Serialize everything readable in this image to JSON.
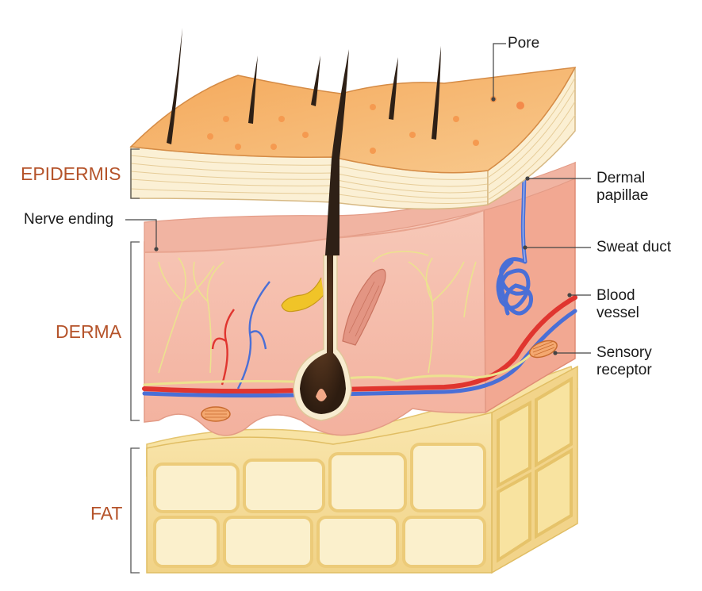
{
  "layers": {
    "epidermis": "EPIDERMIS",
    "derma": "DERMA",
    "fat": "FAT"
  },
  "callouts": {
    "pore": "Pore",
    "nerve_ending": "Nerve ending",
    "dermal_papillae": "Dermal\npapillae",
    "sweat_duct": "Sweat duct",
    "blood_vessel": "Blood\nvessel",
    "sensory_receptor": "Sensory\nreceptor"
  },
  "colors": {
    "layer_label": "#b5532a",
    "epidermis_top": "#f3b06a",
    "epidermis_side": "#fbeed2",
    "derma_front": "#f6c2b2",
    "derma_side": "#f0a48e",
    "fat_front": "#f7df9e",
    "artery": "#e0352f",
    "vein": "#4a6fd6",
    "nerve": "#e8e08a",
    "hair": "#3a2a1c"
  }
}
